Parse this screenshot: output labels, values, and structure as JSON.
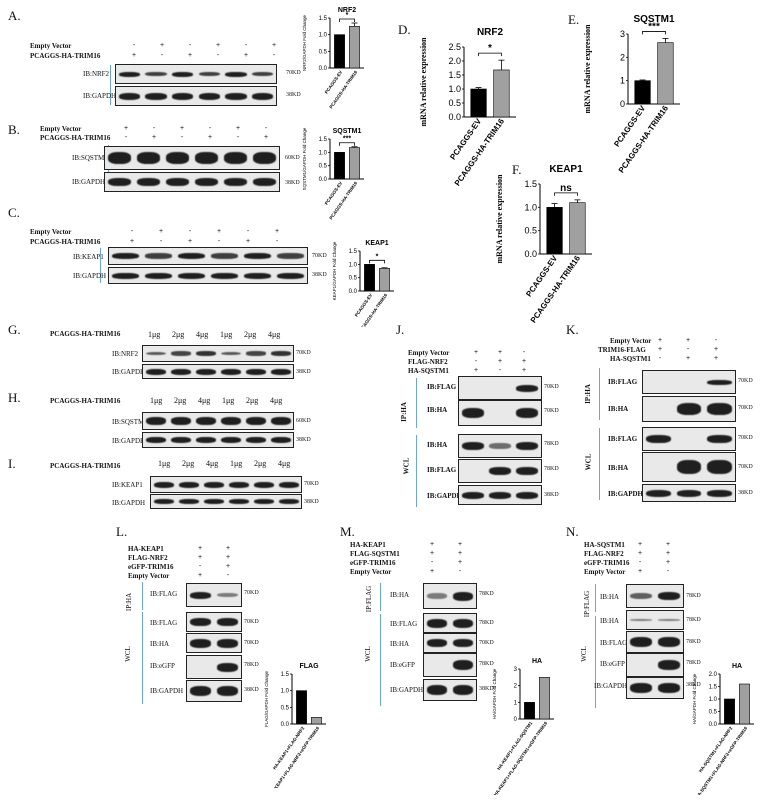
{
  "panels": {
    "A": "A.",
    "B": "B.",
    "C": "C.",
    "D": "D.",
    "E": "E.",
    "F": "F.",
    "G": "G.",
    "H": "H.",
    "I": "I.",
    "J": "J.",
    "K": "K.",
    "L": "L.",
    "M": "M.",
    "N": "N."
  },
  "labels": {
    "empty_vector": "Empty Vector",
    "pcaggs_trim16": "PCAGGS-HA-TRIM16",
    "flag_nrf2": "FLAG-NRF2",
    "ha_sqstm1": "HA-SQSTM1",
    "trim16_flag": "TRIM16-FLAG",
    "ha_keap1": "HA-KEAP1",
    "egfp_trim16": "eGFP-TRIM16",
    "flag_sqstm1": "FLAG-SQSTM1",
    "ip_ha": "IP:HA",
    "ip_flag": "IP:FLAG",
    "wcl": "WCL"
  },
  "ib": {
    "nrf2": "IB:NRF2",
    "gapdh": "IB:GAPDH",
    "sqstm1": "IB:SQSTM1",
    "keap1": "IB:KEAP1",
    "flag": "IB:FLAG",
    "ha": "IB:HA",
    "egfp": "IB:eGFP"
  },
  "kd": {
    "k70": "70KD",
    "k38": "38KD",
    "k60": "60KD",
    "k78": "78KD"
  },
  "doses": [
    "1μg",
    "2μg",
    "4μg",
    "1μg",
    "2μg",
    "4μg"
  ],
  "signs": {
    "plus": "+",
    "minus": "-"
  },
  "chart_data": [
    {
      "id": "A-bar",
      "type": "bar",
      "title": "NRF2",
      "ylabel": "NRF2/GAPDH Fold Change",
      "categories": [
        "PCAGGS-EV",
        "PCAGGS-HA-TRIM16"
      ],
      "values": [
        1.0,
        1.25
      ],
      "errors": [
        0,
        0.1
      ],
      "ylim": [
        0,
        1.5
      ],
      "yticks": [
        "0.0",
        "0.5",
        "1.0",
        "1.5"
      ],
      "significance": "*"
    },
    {
      "id": "B-bar",
      "type": "bar",
      "title": "SQSTM1",
      "ylabel": "SQSTM1/GAPDH Fold Change",
      "categories": [
        "PCAGGS-EV",
        "PCAGGS-HA-TRIM16"
      ],
      "values": [
        1.0,
        1.18
      ],
      "errors": [
        0,
        0.03
      ],
      "ylim": [
        0,
        1.5
      ],
      "yticks": [
        "0.0",
        "0.5",
        "1.0",
        "1.5"
      ],
      "significance": "***"
    },
    {
      "id": "C-bar",
      "type": "bar",
      "title": "KEAP1",
      "ylabel": "KEAP1/GAPDH Fold Change",
      "categories": [
        "PCAGGS-EV",
        "PCAGGS-HA-TRIM16"
      ],
      "values": [
        1.0,
        0.85
      ],
      "errors": [
        0,
        0.02
      ],
      "ylim": [
        0,
        1.5
      ],
      "yticks": [
        "0.0",
        "0.5",
        "1.0",
        "1.5"
      ],
      "significance": "*"
    },
    {
      "id": "D",
      "type": "bar",
      "title": "NRF2",
      "ylabel": "mRNA relative expression",
      "categories": [
        "PCAGGS-EV",
        "PCAGGS-HA-TRIM16"
      ],
      "values": [
        1.0,
        1.68
      ],
      "errors": [
        0.05,
        0.35
      ],
      "ylim": [
        0,
        2.5
      ],
      "yticks": [
        "0.0",
        "0.5",
        "1.0",
        "1.5",
        "2.0",
        "2.5"
      ],
      "significance": "*"
    },
    {
      "id": "E",
      "type": "bar",
      "title": "SQSTM1",
      "ylabel": "mRNA relative expression",
      "categories": [
        "PCAGGS-EV",
        "PCAGGS-HA-TRIM16"
      ],
      "values": [
        1.0,
        2.63
      ],
      "errors": [
        0.03,
        0.18
      ],
      "ylim": [
        0,
        3
      ],
      "yticks": [
        "0",
        "1",
        "2",
        "3"
      ],
      "significance": "***"
    },
    {
      "id": "F",
      "type": "bar",
      "title": "KEAP1",
      "ylabel": "mRNA relative expression",
      "categories": [
        "PCAGGS-EV",
        "PCAGGS-HA-TRIM16"
      ],
      "values": [
        1.0,
        1.1
      ],
      "errors": [
        0.08,
        0.06
      ],
      "ylim": [
        0,
        1.5
      ],
      "yticks": [
        "0.0",
        "0.5",
        "1.0",
        "1.5"
      ],
      "significance": "ns"
    },
    {
      "id": "L-bar",
      "type": "bar",
      "title": "FLAG",
      "ylabel": "FLAG/GAPDH Fold Change",
      "categories": [
        "HA-KEAP1+FLAG-NRF2",
        "HA-KEAP1+FLAG-NRF2+eGFP-TRIM16"
      ],
      "values": [
        1.0,
        0.2
      ],
      "errors": [
        0,
        0
      ],
      "ylim": [
        0,
        1.5
      ],
      "yticks": [
        "0.0",
        "0.5",
        "1.0",
        "1.5"
      ],
      "significance": ""
    },
    {
      "id": "M-bar",
      "type": "bar",
      "title": "HA",
      "ylabel": "HA/GAPDH Fold Change",
      "categories": [
        "HA-KEAP1+FLAG-SQSTM1",
        "HA-KEAP1+FLAG-SQSTM1+eGFP-TRIM16"
      ],
      "values": [
        1.0,
        2.5
      ],
      "errors": [
        0,
        0
      ],
      "ylim": [
        0,
        3
      ],
      "yticks": [
        "0",
        "1",
        "2",
        "3"
      ],
      "significance": ""
    },
    {
      "id": "N-bar",
      "type": "bar",
      "title": "HA",
      "ylabel": "HA/GAPDH Fold Change",
      "categories": [
        "HA-SQSTM1+FLAG-NRF2",
        "HA-SQSTM1+FLAG-NRF2+eGFP-TRIM16"
      ],
      "values": [
        1.0,
        1.6
      ],
      "errors": [
        0,
        0
      ],
      "ylim": [
        0,
        2
      ],
      "yticks": [
        "0.0",
        "0.5",
        "1.0",
        "1.5",
        "2.0"
      ],
      "significance": ""
    }
  ]
}
